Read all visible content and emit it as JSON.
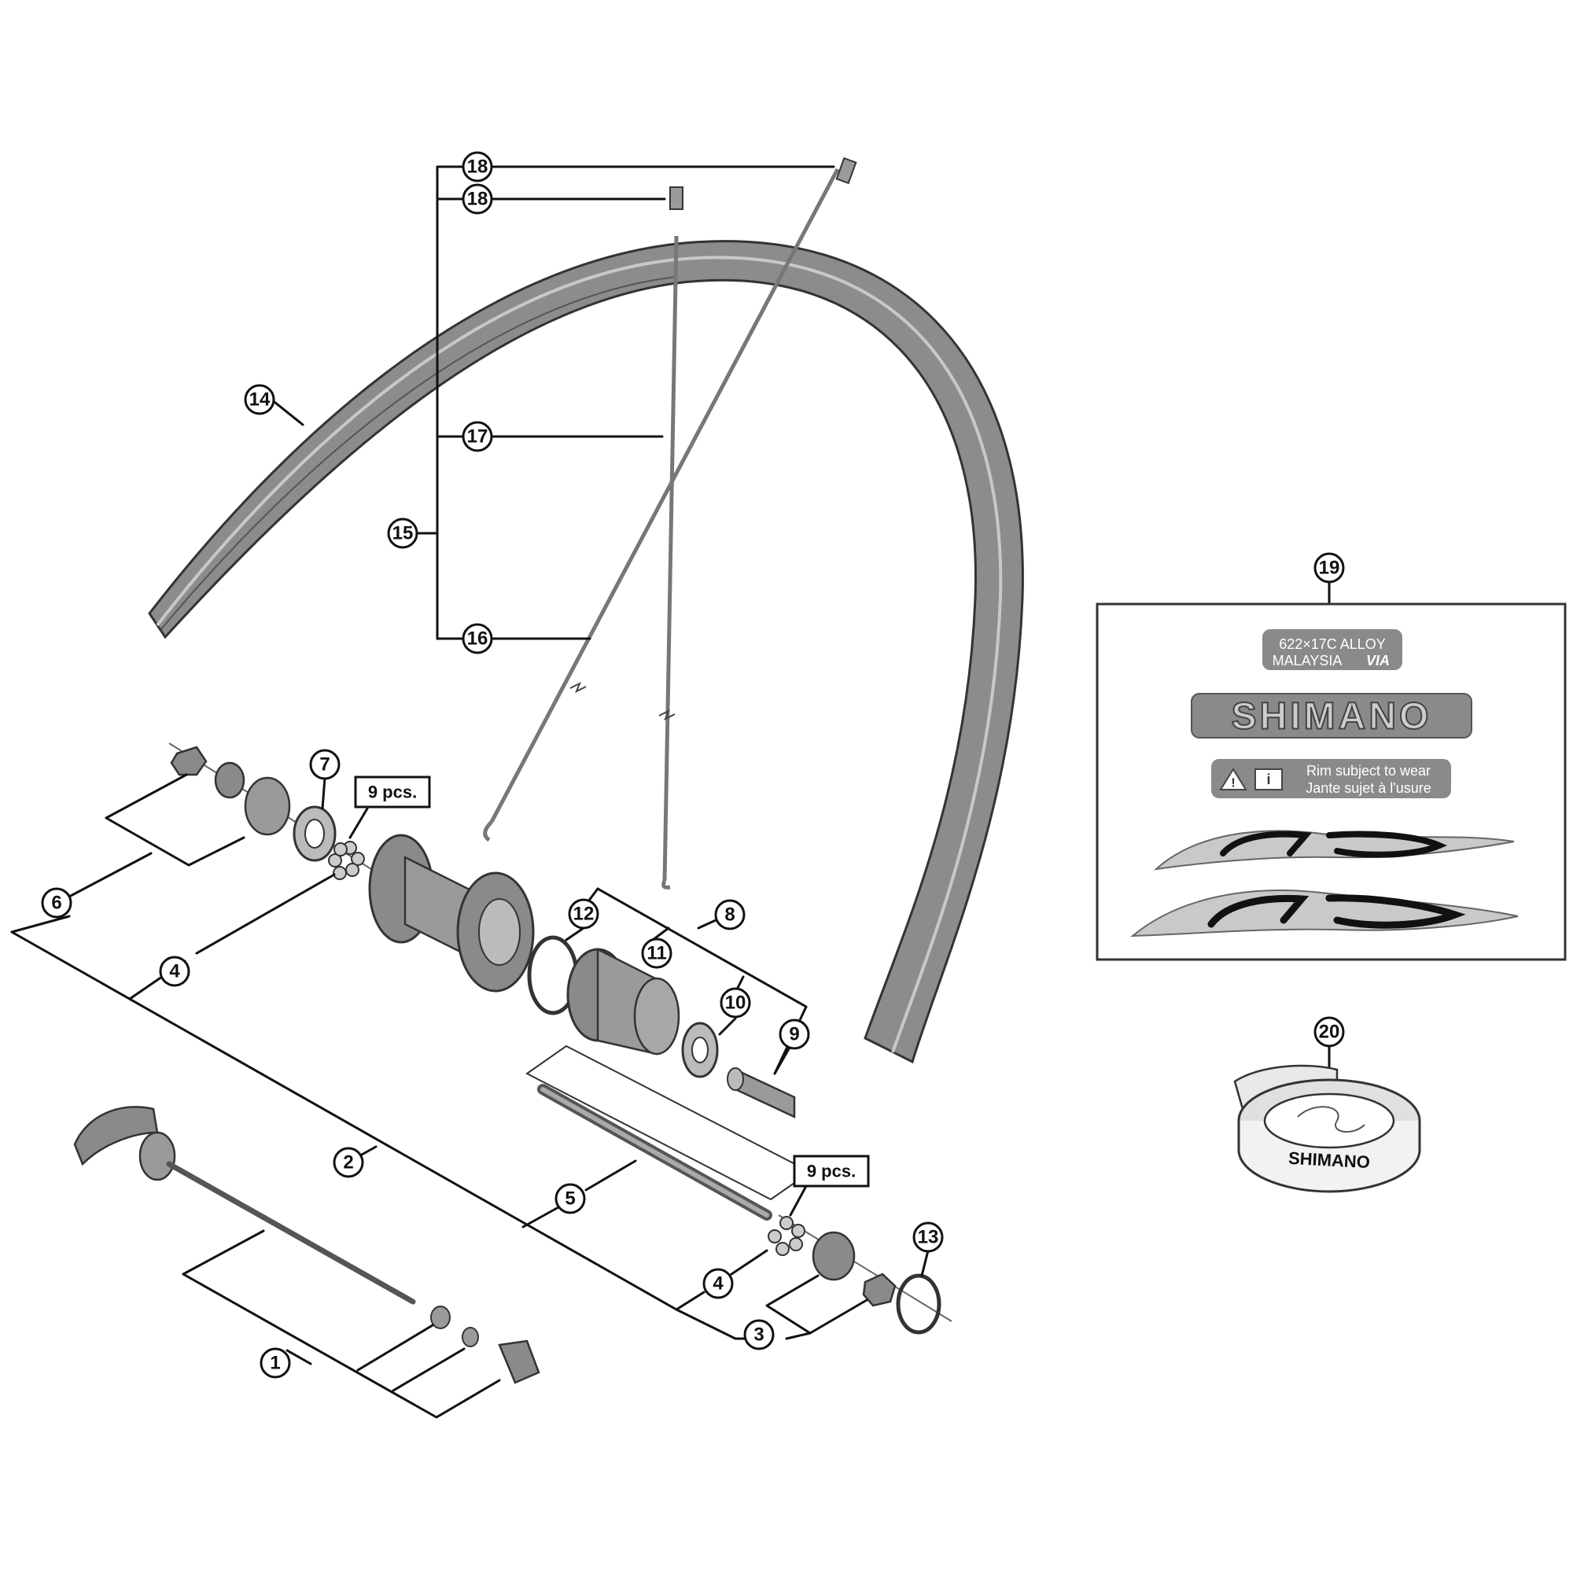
{
  "callouts": {
    "c1": "1",
    "c2": "2",
    "c3": "3",
    "c4a": "4",
    "c4b": "4",
    "c5": "5",
    "c6": "6",
    "c7": "7",
    "c8": "8",
    "c9": "9",
    "c10": "10",
    "c11": "11",
    "c12": "12",
    "c13": "13",
    "c14": "14",
    "c15": "15",
    "c16": "16",
    "c17": "17",
    "c18a": "18",
    "c18b": "18",
    "c19": "19",
    "c20": "20"
  },
  "quantity_labels": {
    "q1": "9 pcs.",
    "q2": "9 pcs."
  },
  "sticker_sheet": {
    "spec_line1": "622×17C ALLOY",
    "spec_line2": "MALAYSIA",
    "spec_line2_mark": "VIA",
    "brand": "SHIMANO",
    "warning_line1": "Rim subject to wear",
    "warning_line2": "Jante sujet à l'usure",
    "model_mark": "RS"
  },
  "rim_tape": {
    "brand": "SHIMANO"
  },
  "colors": {
    "line": "#111111",
    "part_fill": "#9a9a9a",
    "part_dark": "#5a5a5a",
    "sticker_grey": "#8a8a8a"
  }
}
